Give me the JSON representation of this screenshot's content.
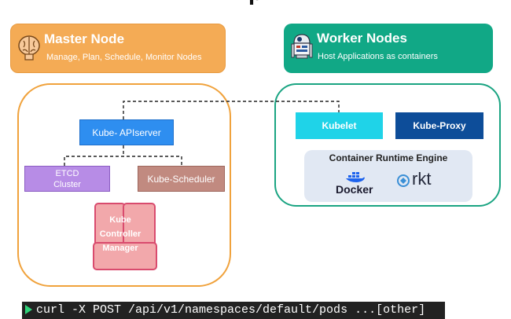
{
  "page": {
    "title_fragment": "p"
  },
  "master": {
    "title": "Master Node",
    "subtitle": "Manage, Plan, Schedule, Monitor Nodes",
    "icon": "brain-icon",
    "color": "#f4ab55"
  },
  "worker": {
    "title": "Worker Nodes",
    "subtitle": "Host Applications as containers",
    "icon": "robot-icon",
    "color": "#11a886"
  },
  "components": {
    "apiserver": "Kube- APIserver",
    "etcd_line1": "ETCD",
    "etcd_line2": "Cluster",
    "scheduler": "Kube-Scheduler",
    "controller_line1": "Kube",
    "controller_line2": "Controller",
    "controller_line3": "Manager",
    "kubelet": "Kubelet",
    "kube_proxy": "Kube-Proxy"
  },
  "runtime": {
    "title": "Container Runtime Engine",
    "docker": "Docker",
    "rkt": "rkt"
  },
  "terminal": {
    "command": "curl -X POST /api/v1/namespaces/default/pods ...[other]"
  }
}
